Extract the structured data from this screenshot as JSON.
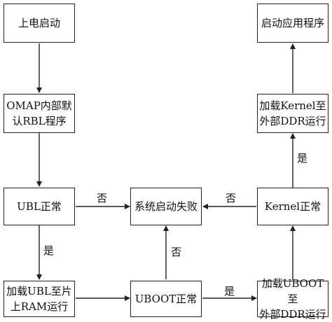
{
  "nodes": {
    "power_on": "上电启动",
    "omap_rbl": "OMAP内部默\n认RBL程序",
    "ubl_normal": "UBL正常",
    "load_ubl": "加载UBL至片\n上RAM运行",
    "uboot_normal": "UBOOT正常",
    "load_uboot": "加载UBOOT至\n外部DDR运行",
    "kernel_normal": "Kernel正常",
    "load_kernel": "加载Kernel至\n外部DDR运行",
    "start_app": "启动应用程序",
    "boot_fail": "系统启动失败"
  },
  "edge_labels": {
    "ubl_yes": "是",
    "ubl_no": "否",
    "uboot_yes": "是",
    "uboot_no": "否",
    "kernel_yes": "是",
    "kernel_no": "否"
  }
}
